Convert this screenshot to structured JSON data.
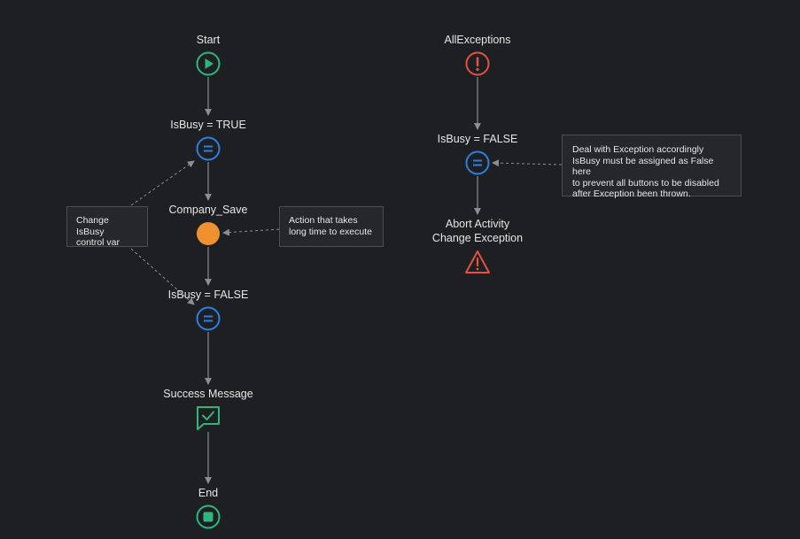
{
  "flow": {
    "main": {
      "start_label": "Start",
      "assign_true_label": "IsBusy = TRUE",
      "action_label": "Company_Save",
      "assign_false_label": "IsBusy = FALSE",
      "message_label": "Success Message",
      "end_label": "End"
    },
    "exception": {
      "handler_label": "AllExceptions",
      "assign_false_label": "IsBusy = FALSE",
      "abort_label": "Abort Activity\nChange Exception"
    }
  },
  "notes": {
    "isbusy_note": "Change IsBusy\ncontrol var",
    "action_note": "Action that takes\nlong time to execute",
    "exception_note": "Deal with Exception accordingly\nIsBusy must be assigned as False here\nto prevent all buttons to be disabled\nafter Exception been thrown."
  },
  "colors": {
    "background": "#1e1f22",
    "start_end": "#2fb67c",
    "assign": "#2f7fe0",
    "action": "#f0912f",
    "exception": "#e2523f",
    "connector": "#8a8d91"
  },
  "icons": {
    "start": "play-icon",
    "assign": "equals-icon",
    "action": "circle-icon",
    "message": "message-check-icon",
    "end": "stop-icon",
    "exception": "exclamation-icon",
    "abort": "warning-triangle-icon"
  }
}
